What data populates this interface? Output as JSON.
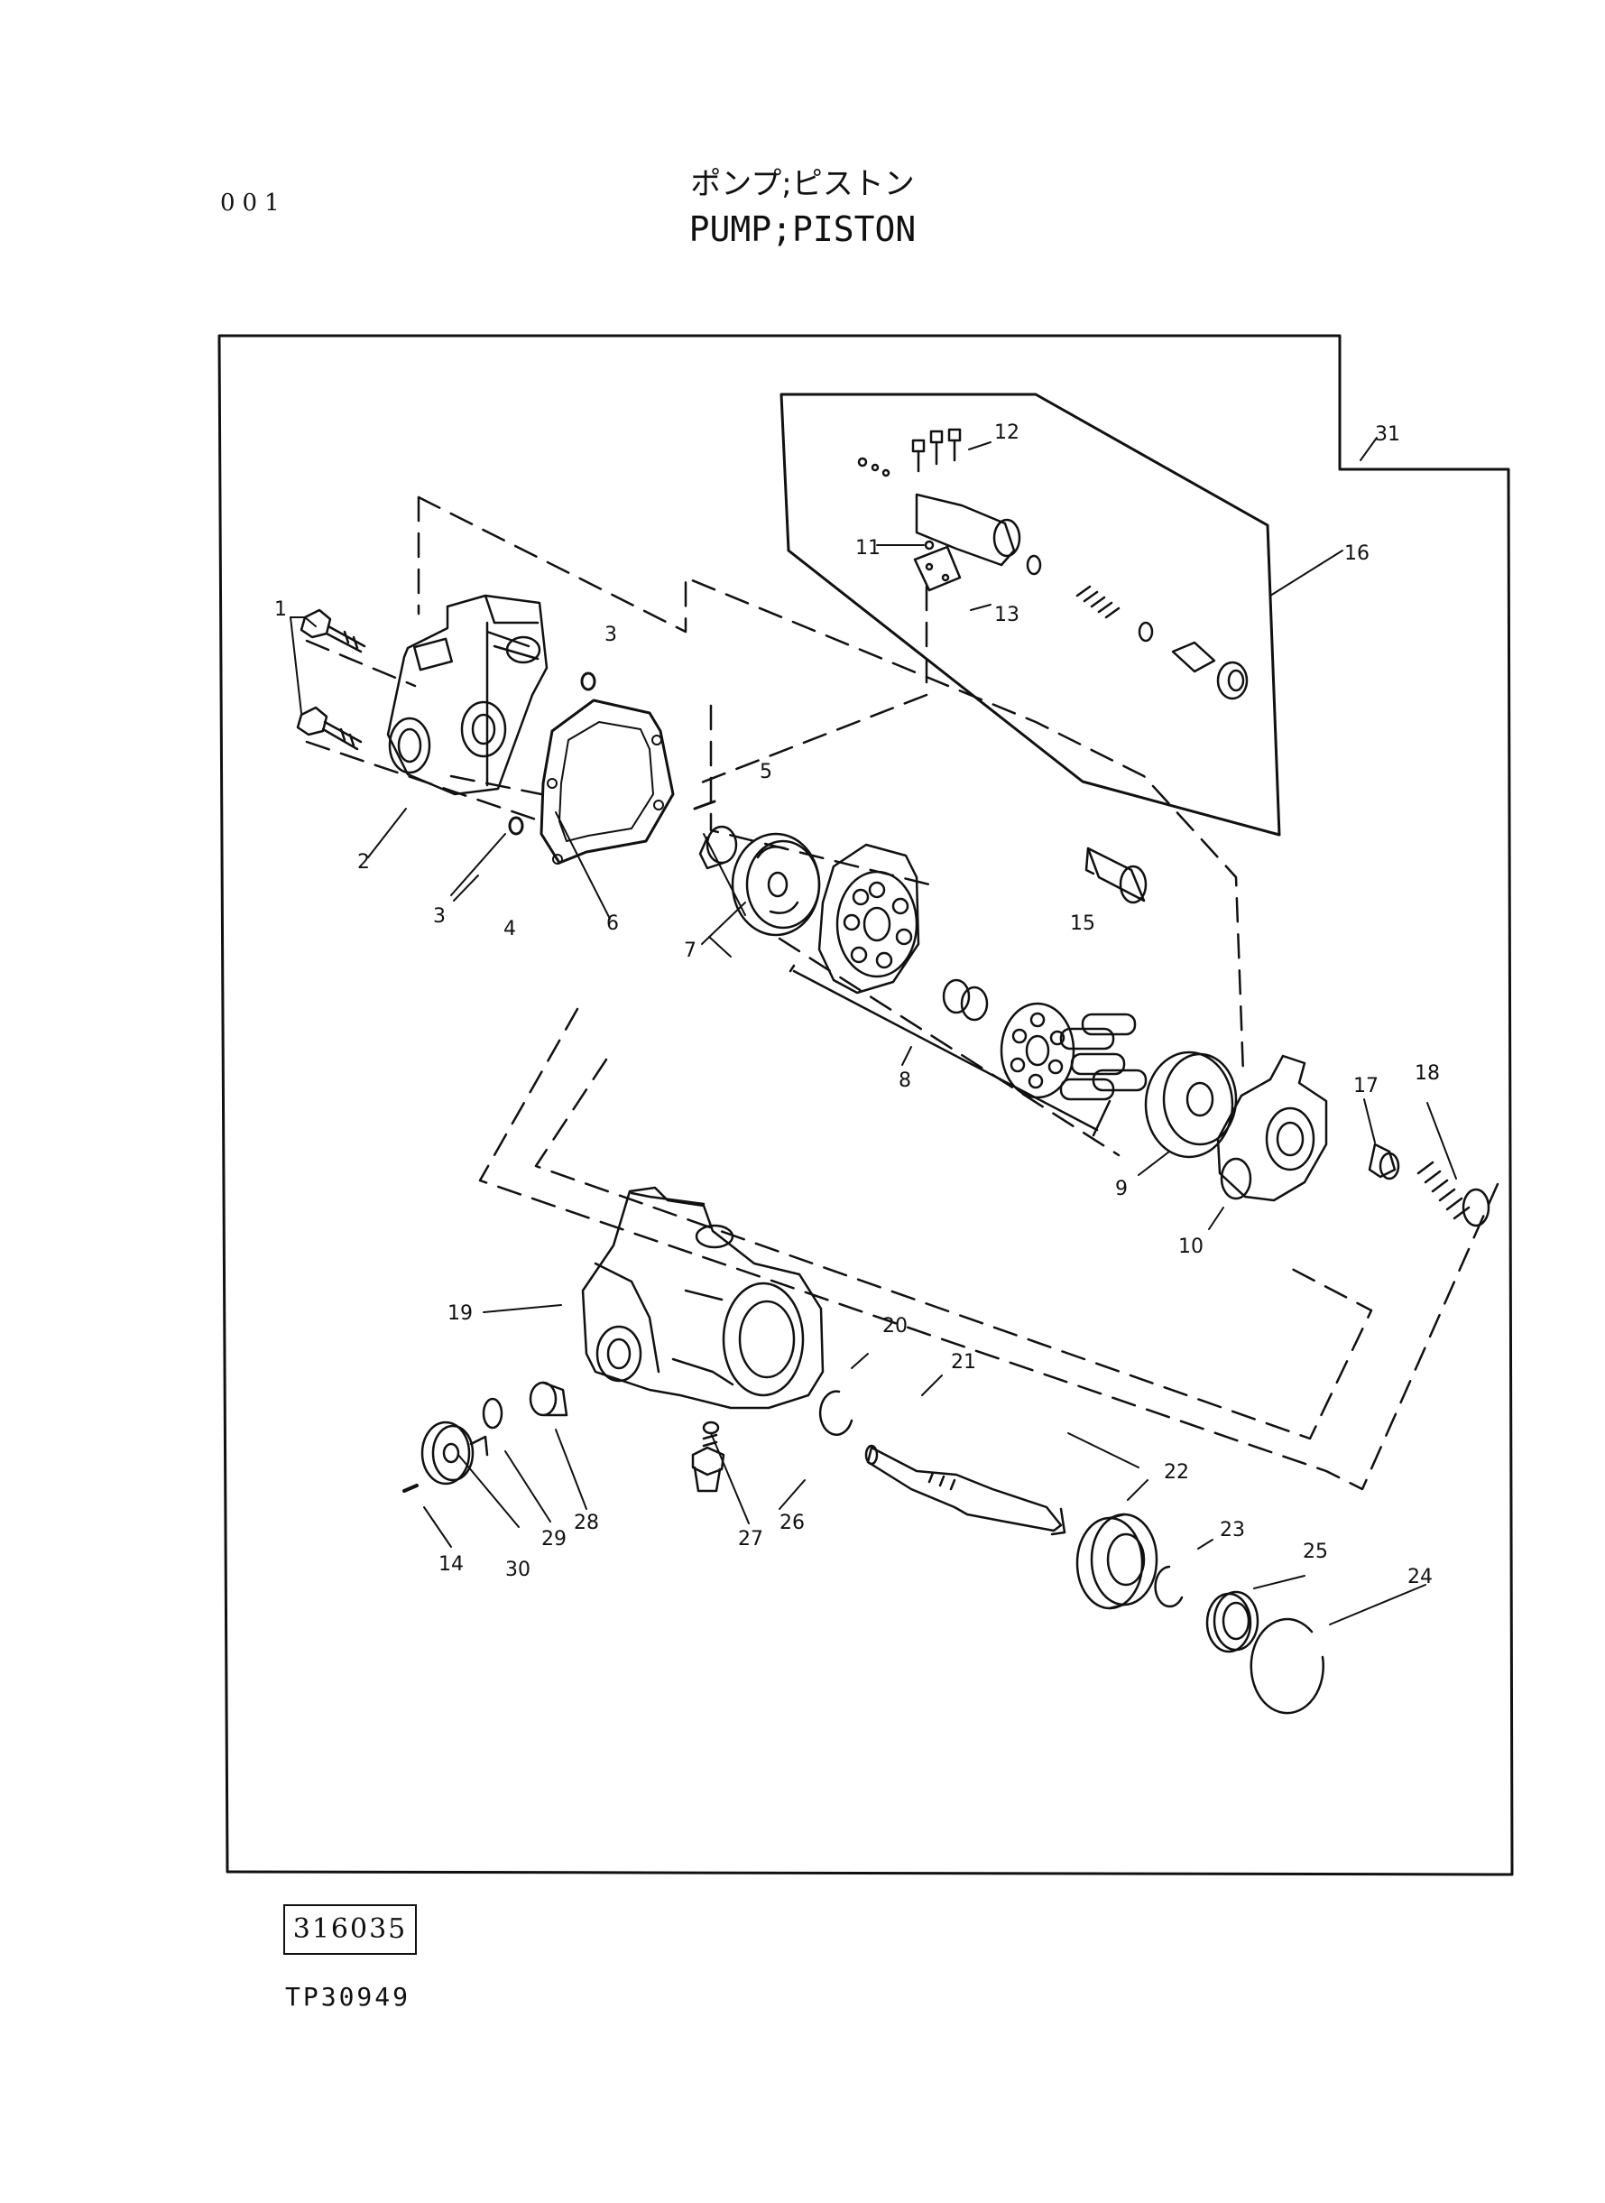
{
  "page_number": "001",
  "title_jp": "ポンプ;ピストン",
  "title_en": "PUMP;PISTON",
  "callouts": [
    "1",
    "2",
    "3",
    "3",
    "4",
    "5",
    "6",
    "7",
    "8",
    "9",
    "10",
    "11",
    "12",
    "13",
    "14",
    "15",
    "16",
    "17",
    "18",
    "19",
    "20",
    "21",
    "22",
    "23",
    "24",
    "25",
    "26",
    "27",
    "28",
    "29",
    "30",
    "31"
  ],
  "reference_number": "316035",
  "drawing_code": "TP30949"
}
